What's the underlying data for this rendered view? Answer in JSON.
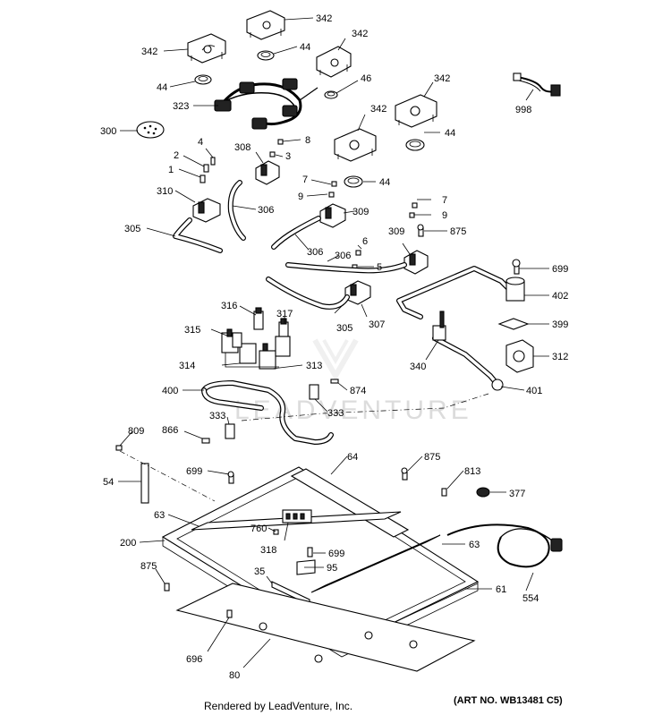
{
  "callouts": [
    {
      "id": "342a",
      "label": "342"
    },
    {
      "id": "342b",
      "label": "342"
    },
    {
      "id": "44a",
      "label": "44"
    },
    {
      "id": "342c",
      "label": "342"
    },
    {
      "id": "44b",
      "label": "44"
    },
    {
      "id": "46",
      "label": "46"
    },
    {
      "id": "323",
      "label": "323"
    },
    {
      "id": "342d",
      "label": "342"
    },
    {
      "id": "342e",
      "label": "342"
    },
    {
      "id": "998",
      "label": "998"
    },
    {
      "id": "300",
      "label": "300"
    },
    {
      "id": "4",
      "label": "4"
    },
    {
      "id": "8",
      "label": "8"
    },
    {
      "id": "308",
      "label": "308"
    },
    {
      "id": "44c",
      "label": "44"
    },
    {
      "id": "3",
      "label": "3"
    },
    {
      "id": "2",
      "label": "2"
    },
    {
      "id": "1",
      "label": "1"
    },
    {
      "id": "44d",
      "label": "44"
    },
    {
      "id": "7a",
      "label": "7"
    },
    {
      "id": "310",
      "label": "310"
    },
    {
      "id": "9a",
      "label": "9"
    },
    {
      "id": "306a",
      "label": "306"
    },
    {
      "id": "309a",
      "label": "309"
    },
    {
      "id": "7b",
      "label": "7"
    },
    {
      "id": "9b",
      "label": "9"
    },
    {
      "id": "305a",
      "label": "305"
    },
    {
      "id": "306b",
      "label": "306"
    },
    {
      "id": "309b",
      "label": "309"
    },
    {
      "id": "875a",
      "label": "875"
    },
    {
      "id": "6",
      "label": "6"
    },
    {
      "id": "306c",
      "label": "306"
    },
    {
      "id": "5",
      "label": "5"
    },
    {
      "id": "699a",
      "label": "699"
    },
    {
      "id": "402",
      "label": "402"
    },
    {
      "id": "316",
      "label": "316"
    },
    {
      "id": "317",
      "label": "317"
    },
    {
      "id": "305b",
      "label": "305"
    },
    {
      "id": "307",
      "label": "307"
    },
    {
      "id": "399",
      "label": "399"
    },
    {
      "id": "315",
      "label": "315"
    },
    {
      "id": "312",
      "label": "312"
    },
    {
      "id": "340",
      "label": "340"
    },
    {
      "id": "314",
      "label": "314"
    },
    {
      "id": "313",
      "label": "313"
    },
    {
      "id": "400",
      "label": "400"
    },
    {
      "id": "874",
      "label": "874"
    },
    {
      "id": "401",
      "label": "401"
    },
    {
      "id": "333a",
      "label": "333"
    },
    {
      "id": "333b",
      "label": "333"
    },
    {
      "id": "809",
      "label": "809"
    },
    {
      "id": "866",
      "label": "866"
    },
    {
      "id": "64",
      "label": "64"
    },
    {
      "id": "875b",
      "label": "875"
    },
    {
      "id": "54",
      "label": "54"
    },
    {
      "id": "699b",
      "label": "699"
    },
    {
      "id": "813",
      "label": "813"
    },
    {
      "id": "377",
      "label": "377"
    },
    {
      "id": "63a",
      "label": "63"
    },
    {
      "id": "760",
      "label": "760"
    },
    {
      "id": "200",
      "label": "200"
    },
    {
      "id": "318",
      "label": "318"
    },
    {
      "id": "699c",
      "label": "699"
    },
    {
      "id": "63b",
      "label": "63"
    },
    {
      "id": "875c",
      "label": "875"
    },
    {
      "id": "95",
      "label": "95"
    },
    {
      "id": "35",
      "label": "35"
    },
    {
      "id": "61",
      "label": "61"
    },
    {
      "id": "554",
      "label": "554"
    },
    {
      "id": "696",
      "label": "696"
    },
    {
      "id": "80",
      "label": "80"
    }
  ],
  "footer": {
    "rendered_by": "Rendered by LeadVenture, Inc.",
    "art_no": "(ART NO. WB13481 C5)"
  },
  "watermark": {
    "text": "LEADVENTURE"
  }
}
